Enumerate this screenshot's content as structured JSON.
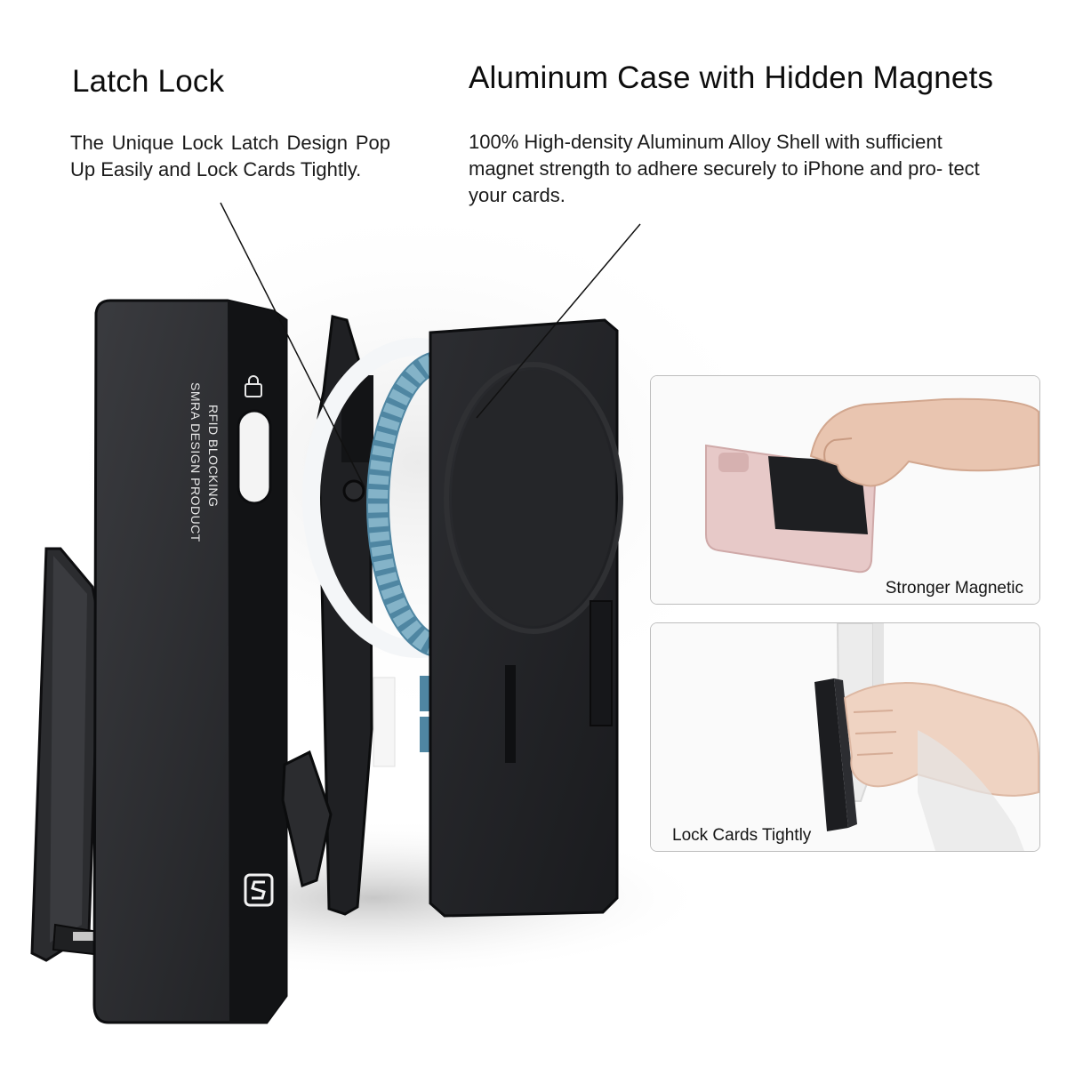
{
  "headings": {
    "left": "Latch Lock",
    "right": "Aluminum Case with Hidden Magnets"
  },
  "descriptions": {
    "left": "The Unique Lock Latch Design Pop Up Easily and Lock Cards Tightly.",
    "right": "100% High-density Aluminum Alloy Shell with sufficient magnet strength to adhere securely to iPhone and pro- tect your cards."
  },
  "product_print": {
    "line1": "RFID BLOCKING",
    "line2": "SMRA DESIGN PRODUCT"
  },
  "panels": [
    {
      "caption": "Stronger Magnetic"
    },
    {
      "caption": "Lock Cards Tightly"
    }
  ],
  "colors": {
    "case": "#2a2b2e",
    "case_edge": "#0f1012",
    "magnet_ring": "#5a8ea8",
    "magnet_ring_light": "#eef3f6",
    "skin": "#e9c5b0",
    "phone_pink": "#e7c9c8"
  },
  "icons": [
    "lock-icon",
    "brand-logo-icon"
  ]
}
